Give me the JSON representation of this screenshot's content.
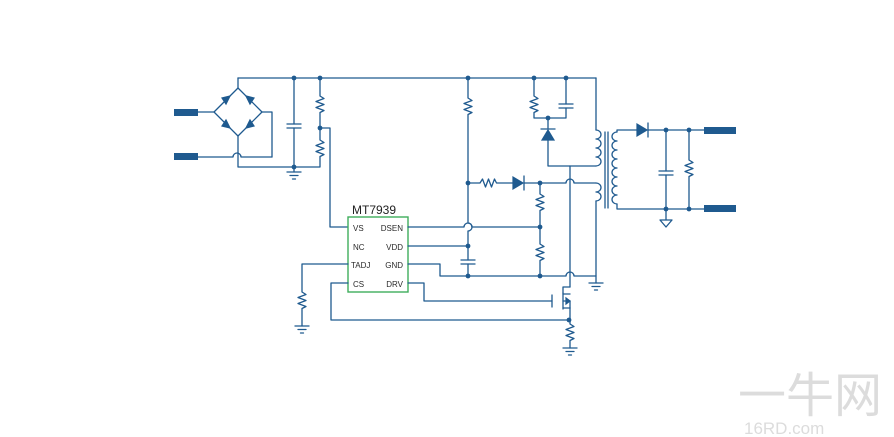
{
  "chip": {
    "name": "MT7939",
    "pins_left": [
      "VS",
      "NC",
      "TADJ",
      "CS"
    ],
    "pins_right": [
      "DSEN",
      "VDD",
      "GND",
      "DRV"
    ]
  },
  "watermark": {
    "text": "一牛网",
    "sub": "16RD.com"
  },
  "colors": {
    "wire": "#1f5a8f",
    "chip_border": "#3fae5c",
    "watermark": "#dcdcdc"
  }
}
